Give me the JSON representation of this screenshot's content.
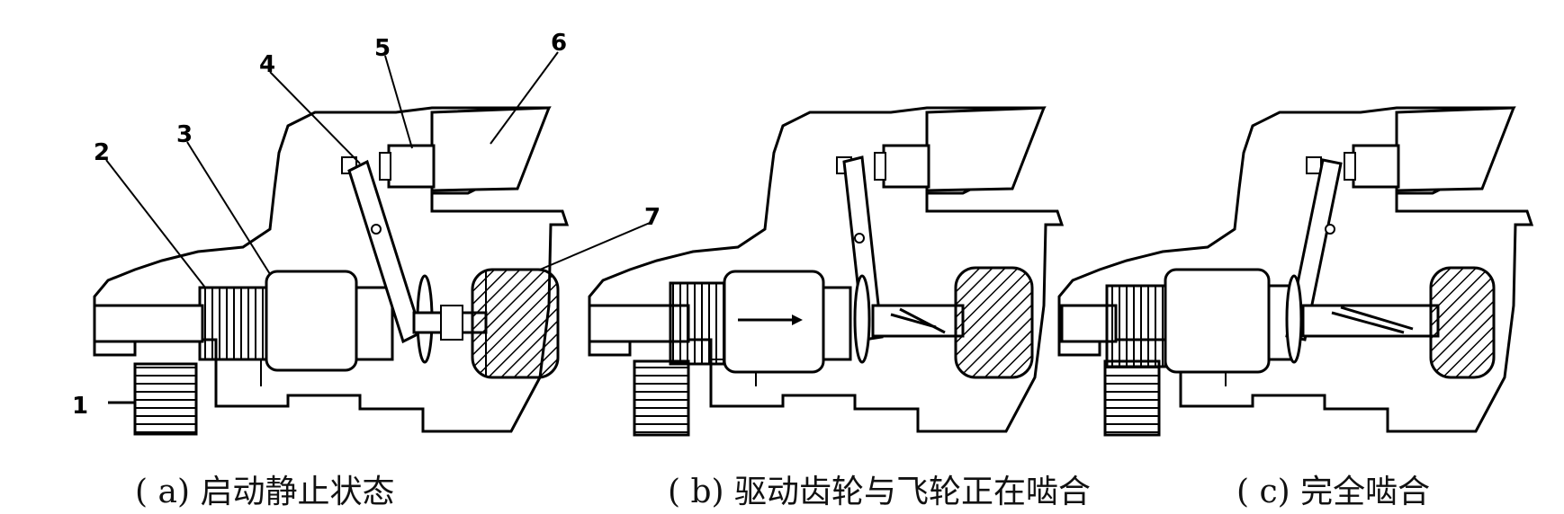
{
  "panels": [
    {
      "caption": "( a) 启动静止状态"
    },
    {
      "caption": "( b) 驱动齿轮与飞轮正在啮合"
    },
    {
      "caption": "( c) 完全啮合"
    }
  ],
  "part_labels": [
    "1",
    "2",
    "3",
    "4",
    "5",
    "6",
    "7"
  ]
}
